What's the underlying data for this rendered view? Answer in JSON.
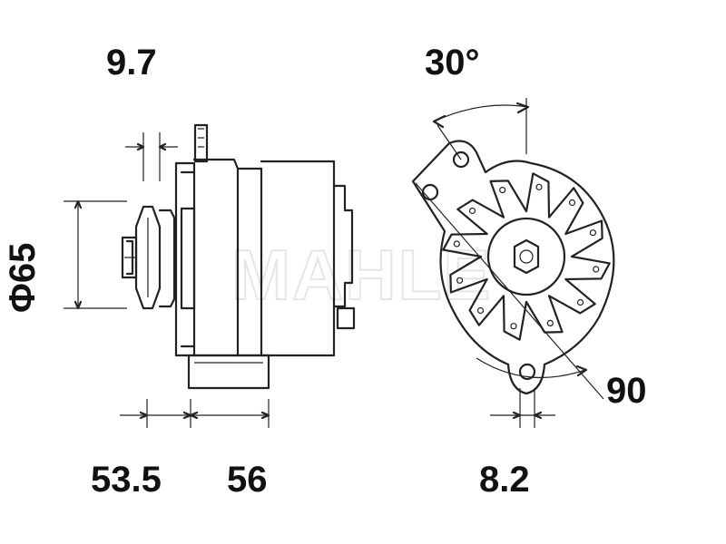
{
  "dimensions": {
    "top_left": "9.7",
    "top_right": "30°",
    "left_vertical": "Φ65",
    "bottom_1": "53.5",
    "bottom_2": "56",
    "bottom_3": "8.2",
    "right": "90"
  },
  "watermark": "MAHLE",
  "colors": {
    "line": "#222222",
    "text": "#111111",
    "watermark": "#e6e6e6",
    "background": "#ffffff"
  }
}
